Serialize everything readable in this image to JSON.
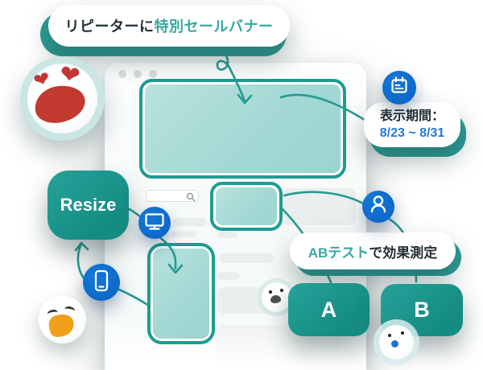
{
  "top_callout": {
    "text_dark": "リピーターに",
    "text_teal": "特別セールバナー"
  },
  "schedule_callout": {
    "title": "表示期間：",
    "date_range": "8/23 ~ 8/31"
  },
  "ab_callout": {
    "text_teal": "ABテスト",
    "text_dark": "で効果測定"
  },
  "resize_button": {
    "label": "Resize"
  },
  "variant_buttons": {
    "a": "A",
    "b": "B"
  },
  "icons": {
    "calendar": "calendar-icon",
    "monitor": "monitor-icon",
    "smartphone": "smartphone-icon",
    "person": "person-icon",
    "search": "search-icon",
    "heart_glyph": "❤"
  },
  "emojis": {
    "love": "heart-eyes-laughing-face",
    "laugh": "laughing-face",
    "dog": "dog-face",
    "cat": "surprised-face"
  },
  "colors": {
    "teal_border": "#1f9b92",
    "teal_fill": "#a7dad6",
    "teal_button": "#1b968d",
    "teal_accent_text": "#38a89f",
    "teal_pill_shadow": "#2a9d94",
    "connector_line": "#259a91",
    "blue_badge": "#0d6ccc",
    "blue_text": "#2577d4",
    "dark_text": "#232f36",
    "heart_red": "#c43636",
    "mouth_orange": "#f0a01b"
  }
}
